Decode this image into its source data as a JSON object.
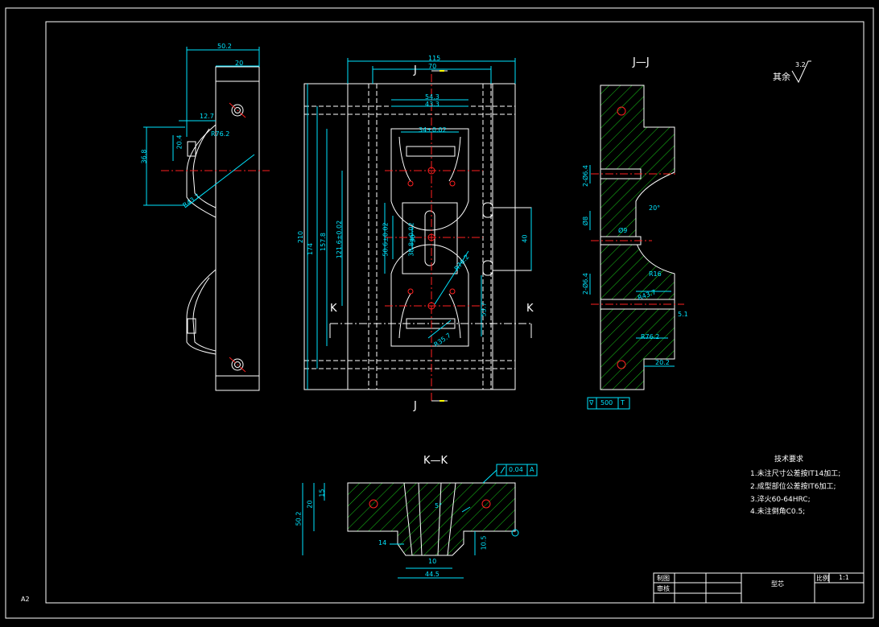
{
  "views": {
    "section_jj": "J—J",
    "section_kk": "K—K",
    "cut_j_top": "J",
    "cut_j_bottom": "J",
    "cut_k_left": "K",
    "cut_k_right": "K"
  },
  "roughness_rest": "其余",
  "roughness_value": "3.2",
  "tech_req": {
    "title": "技术要求",
    "items": [
      "1.未注尺寸公差按IT14加工;",
      "2.成型部位公差按IT6加工;",
      "3.淬火60-64HRC;",
      "4.未注倒角C0.5;"
    ]
  },
  "tolerance_frame": {
    "value": "0.04",
    "datum": "A"
  },
  "flatness_frame": {
    "symbol": "∇",
    "value": "500",
    "tail": "T"
  },
  "dims": {
    "left_width": "50.2",
    "left_inner": "20",
    "left_d1": "12.7",
    "left_d2": "20.4",
    "left_d3": "36.8",
    "left_d4": "R76.2",
    "left_d5": "R43.7",
    "front_115": "115",
    "front_70": "70",
    "front_543": "54.3",
    "front_433": "43.3",
    "front_34": "34±0.02",
    "front_210": "210",
    "front_174": "174",
    "front_1578": "157.8",
    "front_1216": "121.6±0.02",
    "front_506": "50.6±0.02",
    "front_388": "38.8±0.02",
    "front_30": "30",
    "front_40": "40",
    "front_537": "53.7",
    "front_r76": "R76.2",
    "front_r35": "R35.7",
    "jj_1": "2-Ø6.4",
    "jj_2": "Ø8",
    "jj_3": "20°",
    "jj_4": "Ø9",
    "jj_5": "2-Ø6.4",
    "jj_6": "R16",
    "jj_7": "R43.7",
    "jj_8": "R76.2",
    "jj_9": "20.2",
    "jj_10": "5.1",
    "kk_1": "50.2",
    "kk_2": "20",
    "kk_3": "15",
    "kk_4": "14",
    "kk_5": "10",
    "kk_6": "44.5",
    "kk_7": "5°",
    "kk_8": "10.5"
  },
  "title_block": {
    "drawn_by": "制图",
    "checked_by": "审核",
    "part_name": "型芯",
    "scale_label": "比例",
    "scale_value": "1:1"
  },
  "sheet_size": "A2",
  "colors": {
    "background": "#000000",
    "frame": "#ffffff",
    "outline": "#ffffff",
    "dimension": "#00e5ff",
    "hatch": "#18c818",
    "center": "#ff2020",
    "hidden": "#ffffff",
    "symbol_yellow": "#ffff00"
  }
}
